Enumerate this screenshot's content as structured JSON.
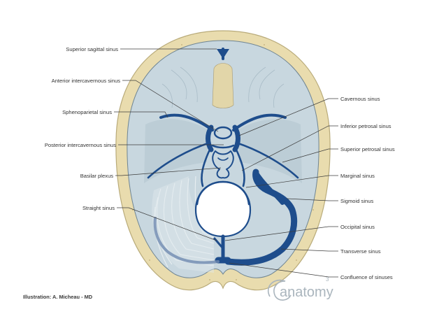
{
  "labels_left": [
    "Superior sagittal sinus",
    "Anterior intercavernous sinus",
    "Sphenoparietal sinus",
    "Posterior intercavernous sinus",
    "Basilar plexus",
    "Straight sinus"
  ],
  "labels_right": [
    "Cavernous sinus",
    "Inferior petrosal sinus",
    "Superior petrosal sinus",
    "Marginal sinus",
    "Sigmoid sinus",
    "Occipital sinus",
    "Transverse sinus",
    "Confluence of sinuses"
  ],
  "credit": "Illustration: A. Micheau - MD",
  "brand": {
    "name": "anatomy",
    "superscript": "3"
  },
  "colors": {
    "bone": "#e9dcae",
    "dura": "#c8d7df",
    "sinus": "#1e4d8c",
    "foramen": "#ffffff"
  }
}
